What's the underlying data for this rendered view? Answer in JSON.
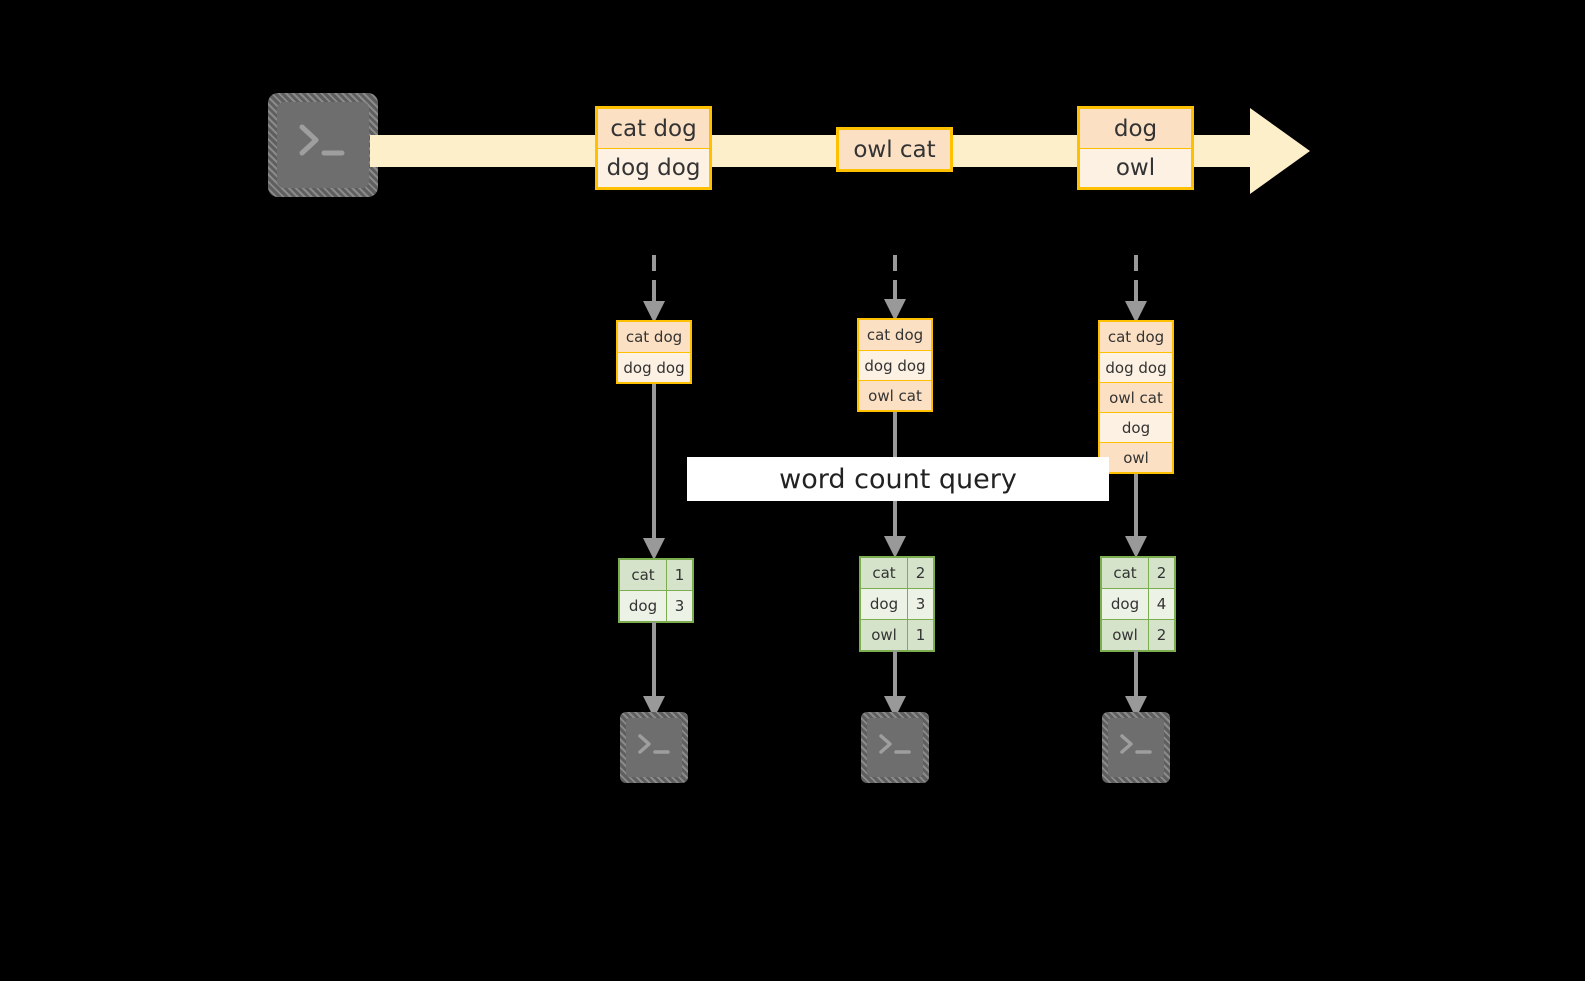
{
  "diagram": {
    "label": "word count query",
    "source_icon": "terminal-icon",
    "sink_icon": "terminal-icon",
    "colors": {
      "background": "#000000",
      "stream_arrow": "#FDEFC9",
      "record_border": "#FFC000",
      "record_fill_dark": "#FBE0C4",
      "record_fill_light": "#FDF1E4",
      "table_border": "#7CAE4F",
      "table_fill_dark": "#D6E3CB",
      "table_fill_light": "#EDF2E7",
      "connector": "#999999",
      "terminal_body": "#6E6E6E",
      "banner_background": "#FFFFFF",
      "text": "#333333"
    },
    "stream": {
      "groups": [
        {
          "rows": [
            "cat dog",
            "dog dog"
          ]
        },
        {
          "rows": [
            "owl cat"
          ]
        },
        {
          "rows": [
            "dog",
            "owl"
          ]
        }
      ]
    },
    "columns": [
      {
        "snapshot": [
          "cat dog",
          "dog dog"
        ],
        "result": {
          "rows": [
            {
              "key": "cat",
              "count": "1"
            },
            {
              "key": "dog",
              "count": "3"
            }
          ]
        }
      },
      {
        "snapshot": [
          "cat dog",
          "dog dog",
          "owl cat"
        ],
        "result": {
          "rows": [
            {
              "key": "cat",
              "count": "2"
            },
            {
              "key": "dog",
              "count": "3"
            },
            {
              "key": "owl",
              "count": "1"
            }
          ]
        }
      },
      {
        "snapshot": [
          "cat dog",
          "dog dog",
          "owl cat",
          "dog",
          "owl"
        ],
        "result": {
          "rows": [
            {
              "key": "cat",
              "count": "2"
            },
            {
              "key": "dog",
              "count": "4"
            },
            {
              "key": "owl",
              "count": "2"
            }
          ]
        }
      }
    ]
  }
}
